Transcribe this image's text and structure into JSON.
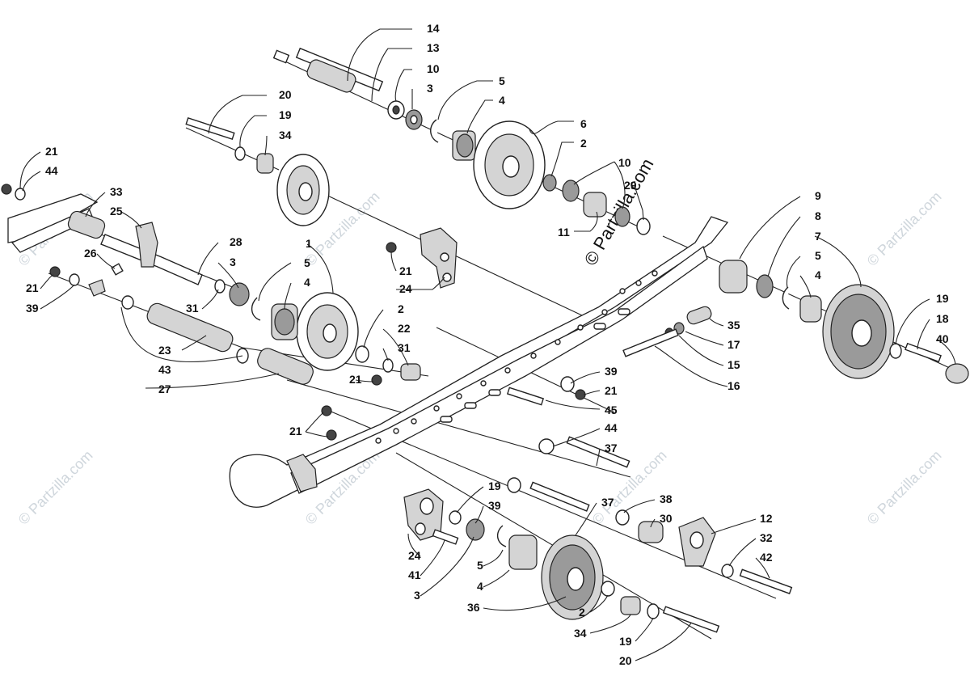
{
  "diagram": {
    "watermark": "© Partzilla.com",
    "callouts": [
      {
        "id": "c14a",
        "text": "14"
      },
      {
        "id": "c13a",
        "text": "13"
      },
      {
        "id": "c10a",
        "text": "10"
      },
      {
        "id": "c3a",
        "text": "3"
      },
      {
        "id": "c5a",
        "text": "5"
      },
      {
        "id": "c4a",
        "text": "4"
      },
      {
        "id": "c6a",
        "text": "6"
      },
      {
        "id": "c2a",
        "text": "2"
      },
      {
        "id": "c10b",
        "text": "10"
      },
      {
        "id": "c29",
        "text": "29"
      },
      {
        "id": "c11",
        "text": "11"
      },
      {
        "id": "c20a",
        "text": "20"
      },
      {
        "id": "c19a",
        "text": "19"
      },
      {
        "id": "c34a",
        "text": "34"
      },
      {
        "id": "c21a",
        "text": "21"
      },
      {
        "id": "c44a",
        "text": "44"
      },
      {
        "id": "c33",
        "text": "33"
      },
      {
        "id": "c25",
        "text": "25"
      },
      {
        "id": "c28",
        "text": "28"
      },
      {
        "id": "c3b",
        "text": "3"
      },
      {
        "id": "c26",
        "text": "26"
      },
      {
        "id": "c1",
        "text": "1"
      },
      {
        "id": "c5b",
        "text": "5"
      },
      {
        "id": "c4b",
        "text": "4"
      },
      {
        "id": "c21b",
        "text": "21"
      },
      {
        "id": "c24a",
        "text": "24"
      },
      {
        "id": "c21c",
        "text": "21"
      },
      {
        "id": "c39a",
        "text": "39"
      },
      {
        "id": "c31a",
        "text": "31"
      },
      {
        "id": "c2b",
        "text": "2"
      },
      {
        "id": "c22",
        "text": "22"
      },
      {
        "id": "c31b",
        "text": "31"
      },
      {
        "id": "c23",
        "text": "23"
      },
      {
        "id": "c43",
        "text": "43"
      },
      {
        "id": "c27",
        "text": "27"
      },
      {
        "id": "c21d",
        "text": "21"
      },
      {
        "id": "c9",
        "text": "9"
      },
      {
        "id": "c8",
        "text": "8"
      },
      {
        "id": "c7",
        "text": "7"
      },
      {
        "id": "c5c",
        "text": "5"
      },
      {
        "id": "c4c",
        "text": "4"
      },
      {
        "id": "c19b",
        "text": "19"
      },
      {
        "id": "c18",
        "text": "18"
      },
      {
        "id": "c40",
        "text": "40"
      },
      {
        "id": "c35",
        "text": "35"
      },
      {
        "id": "c17",
        "text": "17"
      },
      {
        "id": "c15",
        "text": "15"
      },
      {
        "id": "c16",
        "text": "16"
      },
      {
        "id": "c39b",
        "text": "39"
      },
      {
        "id": "c21e",
        "text": "21"
      },
      {
        "id": "c45",
        "text": "45"
      },
      {
        "id": "c44b",
        "text": "44"
      },
      {
        "id": "c37a",
        "text": "37"
      },
      {
        "id": "c21f",
        "text": "21"
      },
      {
        "id": "c19c",
        "text": "19"
      },
      {
        "id": "c39c",
        "text": "39"
      },
      {
        "id": "c37b",
        "text": "37"
      },
      {
        "id": "c38",
        "text": "38"
      },
      {
        "id": "c30",
        "text": "30"
      },
      {
        "id": "c12",
        "text": "12"
      },
      {
        "id": "c32",
        "text": "32"
      },
      {
        "id": "c42",
        "text": "42"
      },
      {
        "id": "c24b",
        "text": "24"
      },
      {
        "id": "c41",
        "text": "41"
      },
      {
        "id": "c3c",
        "text": "3"
      },
      {
        "id": "c5d",
        "text": "5"
      },
      {
        "id": "c4d",
        "text": "4"
      },
      {
        "id": "c36",
        "text": "36"
      },
      {
        "id": "c2c",
        "text": "2"
      },
      {
        "id": "c34b",
        "text": "34"
      },
      {
        "id": "c19d",
        "text": "19"
      },
      {
        "id": "c20b",
        "text": "20"
      }
    ]
  }
}
